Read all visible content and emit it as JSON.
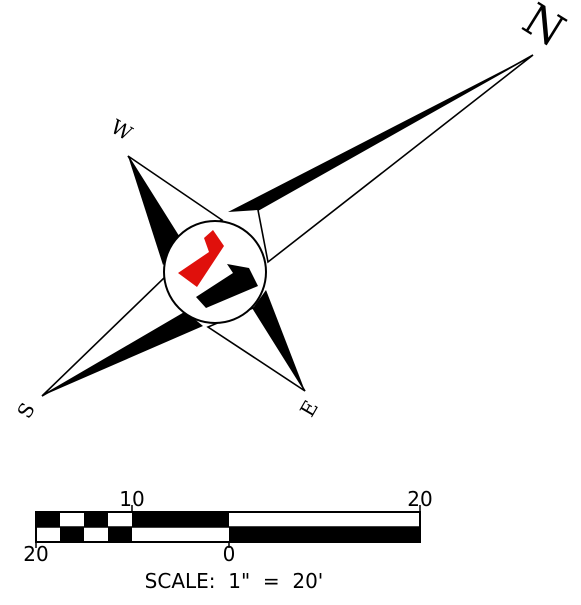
{
  "compass": {
    "north": "N",
    "west": "W",
    "south": "S",
    "east": "E",
    "needle_color": "#e0100c",
    "ink_color": "#000000"
  },
  "scale_bar": {
    "tick_top_mid": "10",
    "tick_top_right": "20",
    "tick_bottom_left": "20",
    "tick_bottom_mid": "0",
    "caption": "SCALE:  1\"  =  20'"
  }
}
